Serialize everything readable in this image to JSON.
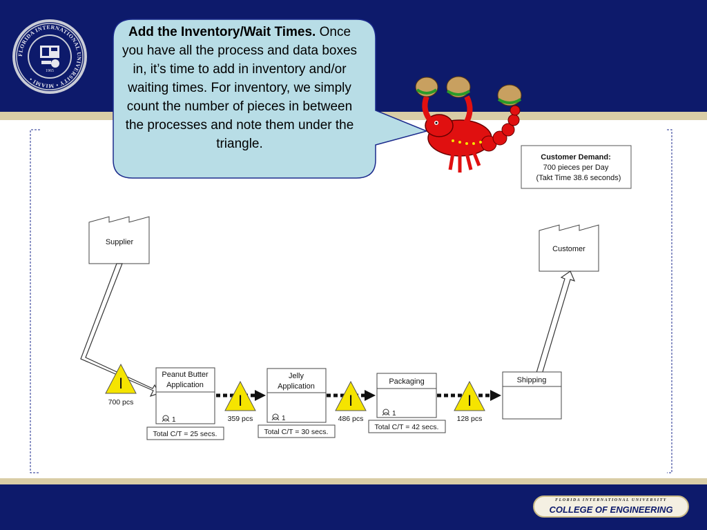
{
  "callout": {
    "title": "Add the Inventory/Wait Times.",
    "body": "Once you have all the process and data boxes in, it’s time to add in inventory and/or waiting times. For inventory, we simply count the number of pieces in between the processes and note them under the triangle."
  },
  "customer_demand": {
    "title": "Customer Demand:",
    "line1": "700 pieces per  Day",
    "line2": "(Takt Time  38.6  seconds)"
  },
  "supplier": {
    "label": "Supplier"
  },
  "customer": {
    "label": "Customer"
  },
  "processes": [
    {
      "line1": "Peanut Butter",
      "line2": "Application",
      "operators": "1",
      "ct": "Total C/T = 25 secs."
    },
    {
      "line1": "Jelly",
      "line2": "Application",
      "operators": "1",
      "ct": "Total C/T = 30 secs."
    },
    {
      "line1": "Packaging",
      "line2": "",
      "operators": "1",
      "ct": "Total C/T = 42 secs."
    },
    {
      "line1": "Shipping",
      "line2": "",
      "operators": "",
      "ct": ""
    }
  ],
  "inventory": [
    {
      "symbol": "I",
      "qty": "700 pcs"
    },
    {
      "symbol": "I",
      "qty": "359 pcs"
    },
    {
      "symbol": "I",
      "qty": "486 pcs"
    },
    {
      "symbol": "I",
      "qty": "128 pcs"
    }
  ],
  "footer": {
    "university": "FLORIDA INTERNATIONAL UNIVERSITY",
    "college": "COLLEGE OF ENGINEERING"
  },
  "seal": {
    "text": "FLORIDA INTERNATIONAL UNIVERSITY • MIAMI •",
    "year": "1965"
  },
  "colors": {
    "navy": "#0d1a6b",
    "gold": "#d9cda6",
    "callout_fill": "#b8dde6",
    "triangle": "#f5e400",
    "mascot": "#e01010"
  },
  "icons": [
    "university-seal-icon",
    "operator-icon",
    "push-arrow-icon",
    "shipment-arrow-icon",
    "factory-icon",
    "mascot-illustration"
  ]
}
